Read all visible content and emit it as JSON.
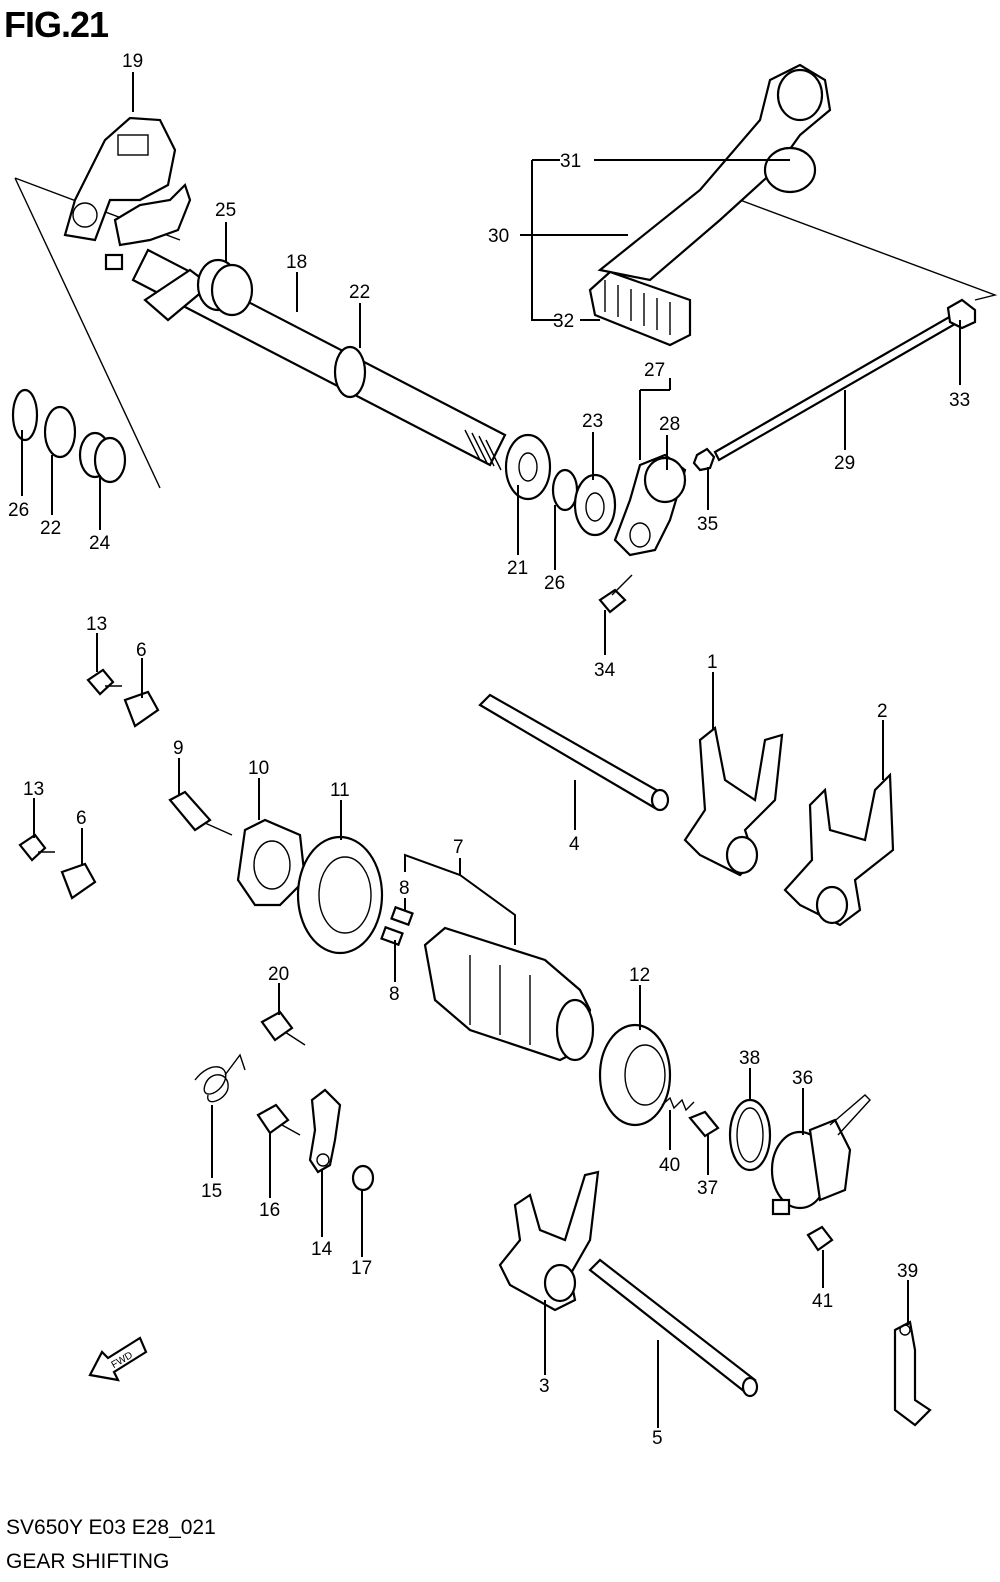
{
  "figure_label": "FIG.21",
  "model_code": "SV650Y E03 E28_021",
  "diagram_title": "GEAR SHIFTING",
  "fwd_arrow_text": "FWD",
  "callouts": [
    "19",
    "25",
    "18",
    "22",
    "31",
    "30",
    "32",
    "33",
    "27",
    "28",
    "23",
    "29",
    "35",
    "26",
    "22",
    "24",
    "21",
    "26",
    "34",
    "13",
    "6",
    "1",
    "2",
    "9",
    "10",
    "11",
    "13",
    "6",
    "4",
    "7",
    "8",
    "8",
    "20",
    "12",
    "38",
    "36",
    "15",
    "16",
    "14",
    "17",
    "40",
    "37",
    "41",
    "3",
    "5",
    "39"
  ]
}
